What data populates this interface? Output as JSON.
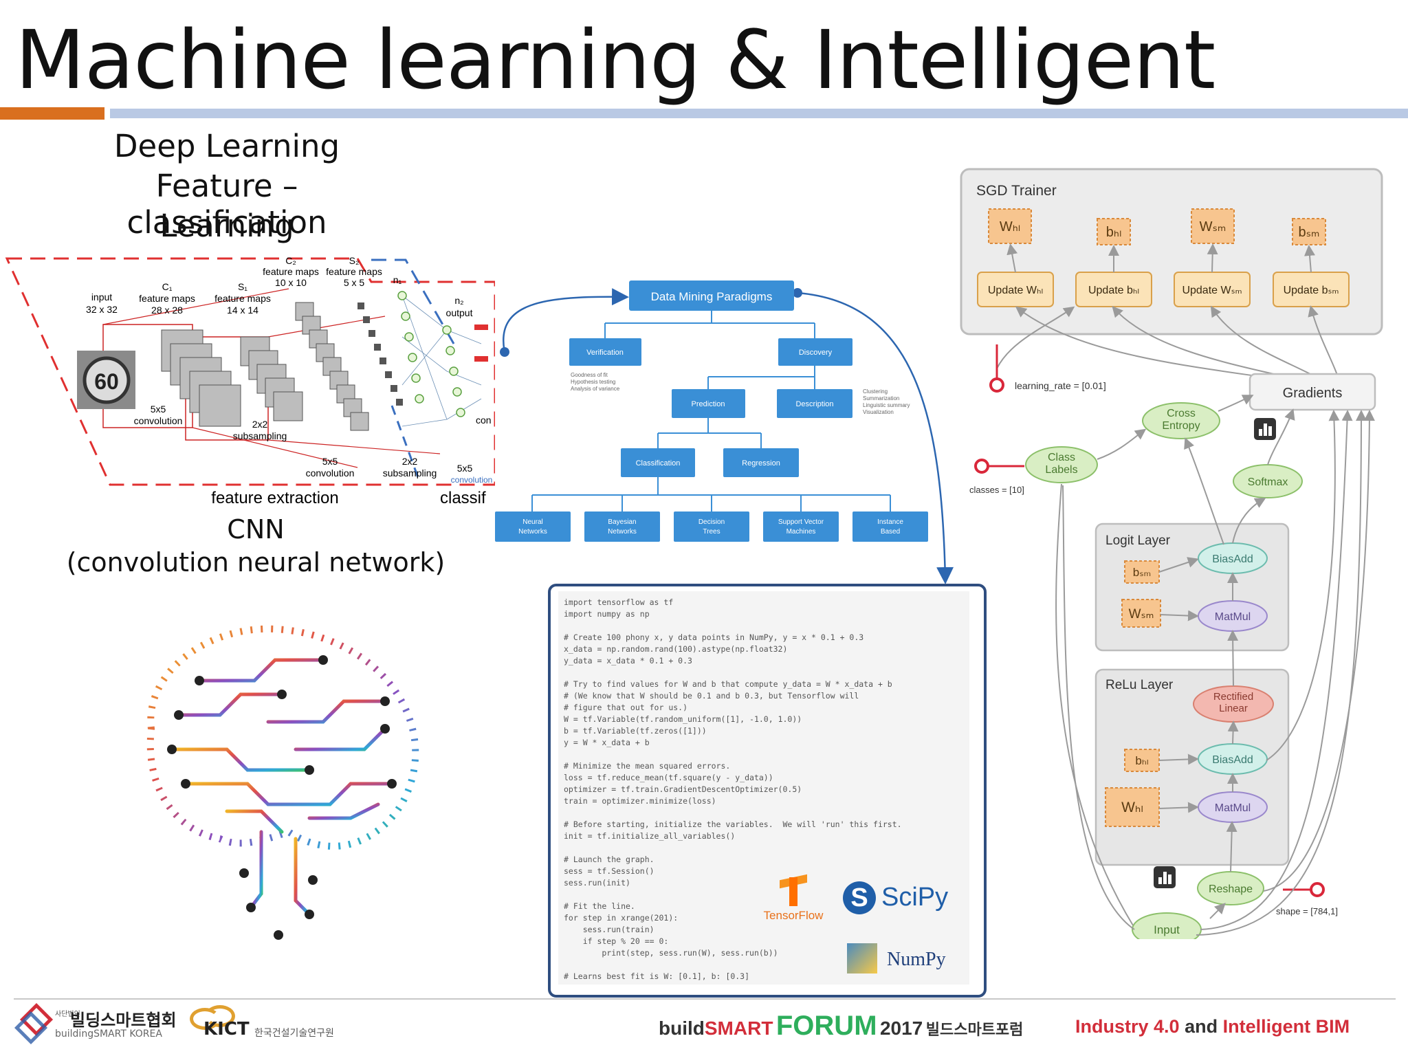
{
  "title": "Machine learning & Intelligent",
  "deep_learning": {
    "line1": "Deep Learning",
    "line2": "Feature – classification",
    "line3": "Learning"
  },
  "cnn": {
    "input": [
      "input",
      "32 x 32"
    ],
    "c1": [
      "C₁",
      "feature maps",
      "28 x 28"
    ],
    "s1": [
      "S₁",
      "feature maps",
      "14 x 14"
    ],
    "c2": [
      "C₂",
      "feature maps",
      "10 x 10"
    ],
    "s2": [
      "S₂",
      "feature maps",
      "5 x 5"
    ],
    "n1": "n₁",
    "n2": [
      "n₂",
      "output"
    ],
    "conv1": [
      "5x5",
      "convolution"
    ],
    "sub1": [
      "2x2",
      "subsampling"
    ],
    "conv2": [
      "5x5",
      "convolution"
    ],
    "sub2": [
      "2x2",
      "subsampling"
    ],
    "conv3": [
      "5x5",
      "convolution"
    ],
    "sign": "60",
    "con": "con",
    "feature_extraction": "feature extraction",
    "classif": "classif",
    "caption1": "CNN",
    "caption2": "(convolution neural network)"
  },
  "mining": {
    "root": "Data Mining Paradigms",
    "verification": "Verification",
    "verification_notes": [
      "Goodness of fit",
      "Hypothesis testing",
      "Analysis of variance"
    ],
    "discovery": "Discovery",
    "prediction": "Prediction",
    "description": "Description",
    "description_notes": [
      "Clustering",
      "Summarization",
      "Linguistic summary",
      "Visualization"
    ],
    "classification": "Classification",
    "regression": "Regression",
    "leaves": [
      [
        "Neural",
        "Networks"
      ],
      [
        "Bayesian",
        "Networks"
      ],
      [
        "Decision",
        "Trees"
      ],
      [
        "Support Vector",
        "Machines"
      ],
      [
        "Instance",
        "Based"
      ]
    ]
  },
  "code_lines": [
    "import tensorflow as tf",
    "import numpy as np",
    "",
    "# Create 100 phony x, y data points in NumPy, y = x * 0.1 + 0.3",
    "x_data = np.random.rand(100).astype(np.float32)",
    "y_data = x_data * 0.1 + 0.3",
    "",
    "# Try to find values for W and b that compute y_data = W * x_data + b",
    "# (We know that W should be 0.1 and b 0.3, but Tensorflow will",
    "# figure that out for us.)",
    "W = tf.Variable(tf.random_uniform([1], -1.0, 1.0))",
    "b = tf.Variable(tf.zeros([1]))",
    "y = W * x_data + b",
    "",
    "# Minimize the mean squared errors.",
    "loss = tf.reduce_mean(tf.square(y - y_data))",
    "optimizer = tf.train.GradientDescentOptimizer(0.5)",
    "train = optimizer.minimize(loss)",
    "",
    "# Before starting, initialize the variables.  We will 'run' this first.",
    "init = tf.initialize_all_variables()",
    "",
    "# Launch the graph.",
    "sess = tf.Session()",
    "sess.run(init)",
    "",
    "# Fit the line.",
    "for step in xrange(201):",
    "    sess.run(train)",
    "    if step % 20 == 0:",
    "        print(step, sess.run(W), sess.run(b))",
    "",
    "# Learns best fit is W: [0.1], b: [0.3]"
  ],
  "logos": {
    "tensorflow": "TensorFlow",
    "scipy": "SciPy",
    "numpy": "NumPy"
  },
  "graph": {
    "sgd_trainer": "SGD Trainer",
    "w_hl": "Wₕₗ",
    "b_hl": "bₕₗ",
    "w_sm": "Wₛₘ",
    "b_sm": "bₛₘ",
    "update_w_hl": "Update Wₕₗ",
    "update_b_hl": "Update bₕₗ",
    "update_w_sm": "Update Wₛₘ",
    "update_b_sm": "Update bₛₘ",
    "learning_rate": "learning_rate = [0.01]",
    "gradients": "Gradients",
    "cross_entropy": [
      "Cross",
      "Entropy"
    ],
    "class_labels": [
      "Class",
      "Labels"
    ],
    "classes": "classes = [10]",
    "softmax": "Softmax",
    "logit_layer": "Logit Layer",
    "relu_layer": "ReLu Layer",
    "bias_add": "BiasAdd",
    "mat_mul": "MatMul",
    "rectified_linear": [
      "Rectified",
      "Linear"
    ],
    "reshape": "Reshape",
    "input": "Input",
    "shape": "shape = [784,1]"
  },
  "footer": {
    "bsk_kr": "빌딩스마트협회",
    "bsk_small": "사단법인",
    "bsk_en": "buildingSMART KOREA",
    "kict": "KICT",
    "kict_kr": "한국건설기술연구원",
    "forum_build": "build",
    "forum_smart": "SMART",
    "forum_word": "FORUM",
    "forum_year": "2017",
    "forum_kr": "빌드스마트포럼",
    "industry": "Industry 4.0",
    "and": "and",
    "bim": "Intelligent BIM"
  },
  "colors": {
    "accent_orange": "#d96f1f",
    "accent_blue": "#b9c9e4",
    "diagram_blue": "#3a8fd6",
    "node_orange": "#f7c58f",
    "node_green": "#d9eec4",
    "node_purple": "#ddd6f0",
    "node_red": "#f3b8b0",
    "cnn_red": "#e03030",
    "footer_red": "#d22e3a",
    "footer_green": "#2eae5c"
  }
}
